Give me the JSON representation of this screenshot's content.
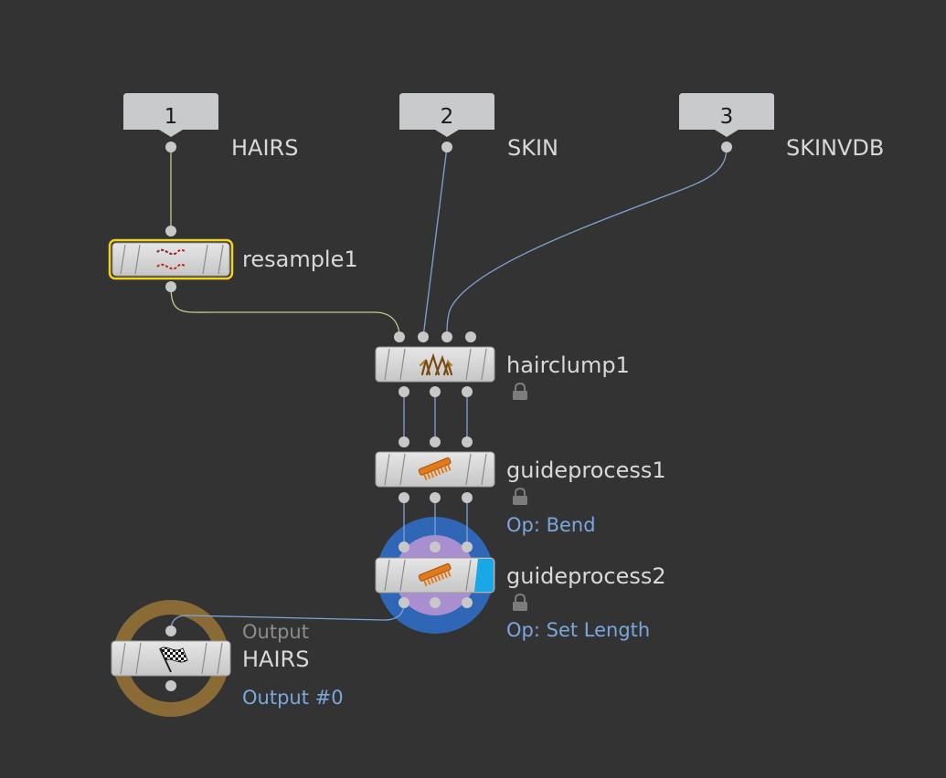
{
  "inputs": [
    {
      "number": "1",
      "label": "HAIRS"
    },
    {
      "number": "2",
      "label": "SKIN"
    },
    {
      "number": "3",
      "label": "SKINVDB"
    }
  ],
  "nodes": {
    "resample": {
      "name": "resample1"
    },
    "hairclump": {
      "name": "hairclump1"
    },
    "guideprocess1": {
      "name": "guideprocess1",
      "op": "Op: Bend"
    },
    "guideprocess2": {
      "name": "guideprocess2",
      "op": "Op: Set Length"
    },
    "output": {
      "header": "Output",
      "name": "HAIRS",
      "sub": "Output #0"
    }
  },
  "icons": {
    "resample": "resample-curve-icon",
    "hairclump": "hair-clump-icon",
    "guideprocess": "comb-icon",
    "output": "checkered-flag-icon",
    "lock": "lock-icon"
  },
  "colors": {
    "background": "#333333",
    "node_fill": "#d6d6d6",
    "selected_outline": "#f2d21b",
    "wire_yellow": "#c8c88a",
    "wire_blue": "#7ea4d6",
    "display_flag": "#1aa7e6",
    "output_ring": "#8a6a35",
    "render_ring_outer": "#2f66b5",
    "render_ring_inner": "#a98ed0",
    "text": "#d8d8d8",
    "subtext": "#7ba7dc"
  }
}
